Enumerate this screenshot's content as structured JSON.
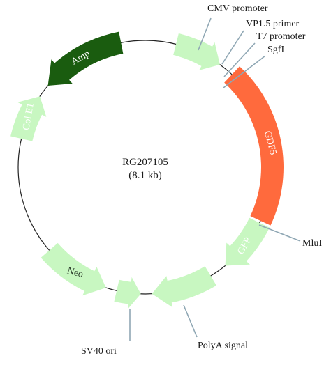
{
  "plasmid": {
    "name": "RG207105",
    "size": "(8.1 kb)"
  },
  "features": [
    {
      "id": "cmv",
      "label": "",
      "color": "#c8f7c1",
      "text_color": "#ffffff"
    },
    {
      "id": "gdf5",
      "label": "GDF5",
      "color": "#ff6a3d",
      "text_color": "#ffffff"
    },
    {
      "id": "gfp",
      "label": "GFP",
      "color": "#c8f7c1",
      "text_color": "#ffffff"
    },
    {
      "id": "polya",
      "label": "",
      "color": "#c8f7c1",
      "text_color": "#ffffff"
    },
    {
      "id": "sv40",
      "label": "",
      "color": "#c8f7c1",
      "text_color": "#ffffff"
    },
    {
      "id": "neo",
      "label": "Neo",
      "color": "#c8f7c1",
      "text_color": "#2a3a2a"
    },
    {
      "id": "cole1",
      "label": "Col E1",
      "color": "#c8f7c1",
      "text_color": "#ffffff"
    },
    {
      "id": "amp",
      "label": "Amp",
      "color": "#1a5c0f",
      "text_color": "#ffffff"
    }
  ],
  "annotations": {
    "cmv_promoter": "CMV promoter",
    "vp15_primer": "VP1.5 primer",
    "t7_promoter": "T7 promoter",
    "sgfi": "SgfI",
    "mlui": "MluI",
    "polya_signal": "PolyA signal",
    "sv40_ori": "SV40 ori"
  }
}
